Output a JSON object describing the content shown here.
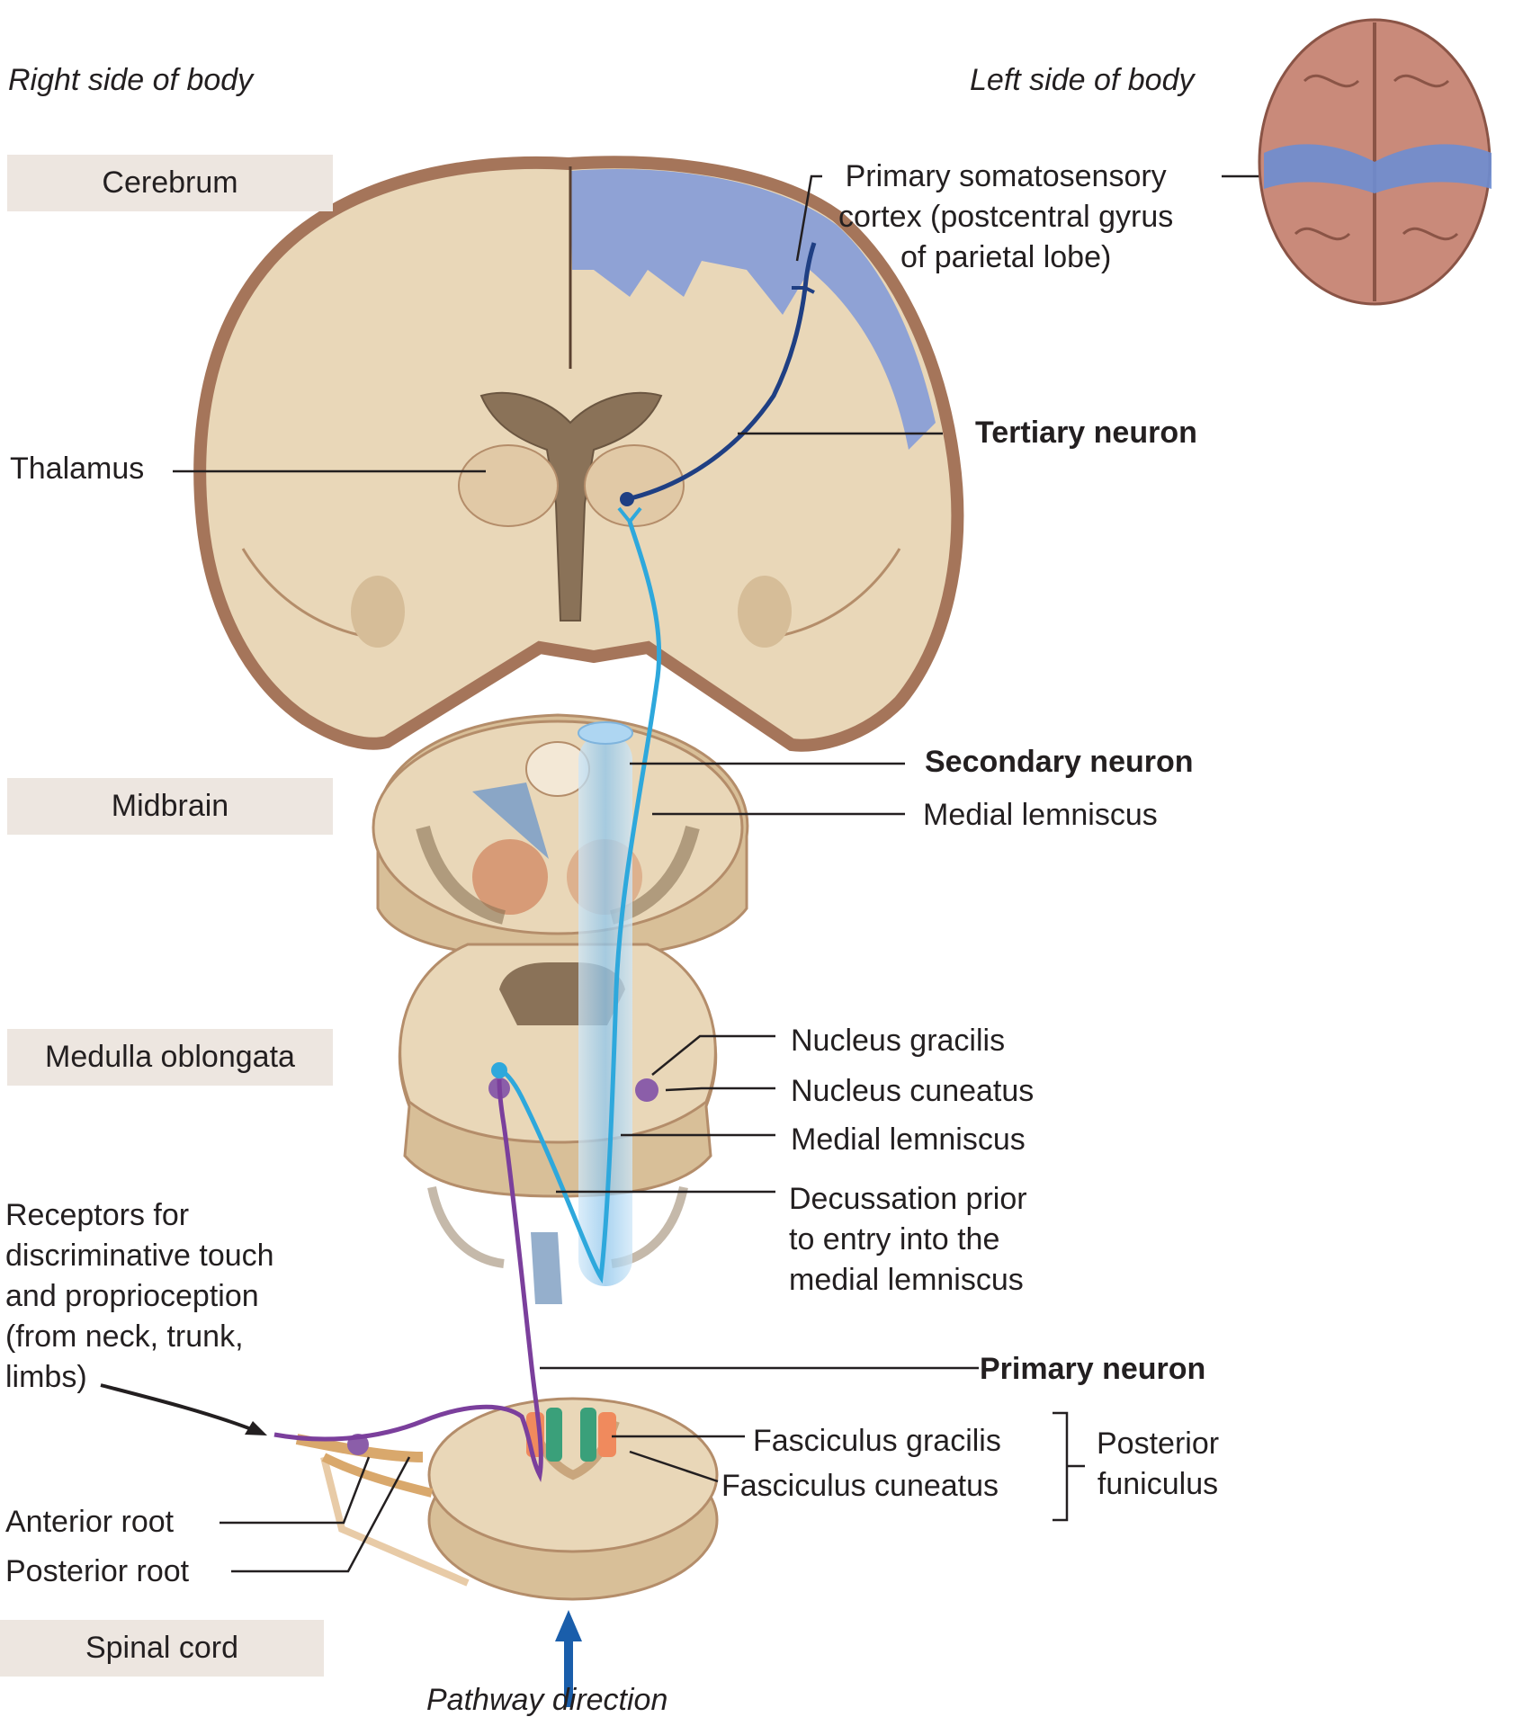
{
  "header": {
    "right_side": "Right side of body",
    "left_side": "Left side of body"
  },
  "regions": {
    "cerebrum": "Cerebrum",
    "midbrain": "Midbrain",
    "medulla": "Medulla oblongata",
    "spinal_cord": "Spinal cord"
  },
  "labels": {
    "primary_cortex": "Primary somatosensory\ncortex (postcentral gyrus\nof parietal lobe)",
    "thalamus": "Thalamus",
    "tertiary_neuron": "Tertiary neuron",
    "secondary_neuron": "Secondary neuron",
    "medial_lemniscus_mid": "Medial lemniscus",
    "nucleus_gracilis": "Nucleus gracilis",
    "nucleus_cuneatus": "Nucleus cuneatus",
    "medial_lemniscus_med": "Medial lemniscus",
    "decussation": "Decussation prior\nto entry into the\nmedial lemniscus",
    "receptors": "Receptors for\ndiscriminative touch\nand proprioception\n(from neck, trunk,\nlimbs)",
    "primary_neuron": "Primary neuron",
    "fasciculus_gracilis": "Fasciculus gracilis",
    "fasciculus_cuneatus": "Fasciculus cuneatus",
    "posterior_funiculus": "Posterior\nfuniculus",
    "anterior_root": "Anterior root",
    "posterior_root": "Posterior root",
    "pathway_direction": "Pathway direction"
  },
  "colors": {
    "tissue": "#e9d7b8",
    "tissue_edge": "#b48d6a",
    "cortex_surface": "#a5755a",
    "cortex_highlight": "#8a9fd6",
    "tertiary": "#1f3f83",
    "secondary": "#2ea8dc",
    "primary": "#7b3f9c",
    "lemniscus": "#b9dcf4",
    "label_box": "#ede6e0",
    "arrow": "#1a5eab"
  }
}
